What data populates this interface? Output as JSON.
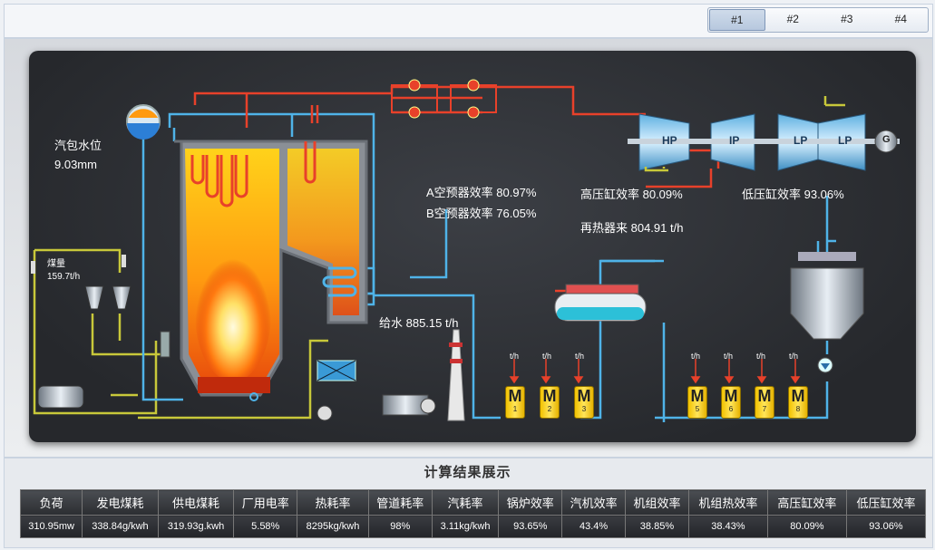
{
  "tabs": [
    "#1",
    "#2",
    "#3",
    "#4"
  ],
  "active_tab": 0,
  "drum": {
    "label": "汽包水位",
    "value": "9.03mm"
  },
  "coal": {
    "label": "煤量",
    "value": "159.7t/h"
  },
  "air_preheater": {
    "a": "A空预器效率 80.97%",
    "b": "B空预器效率 76.05%"
  },
  "feedwater": "给水 885.15 t/h",
  "hp_eff": "高压缸效率 80.09%",
  "lp_eff": "低压缸效率 93.06%",
  "reheat": "再热器来 804.91 t/h",
  "turbine": {
    "hp": "HP",
    "ip": "IP",
    "lp1": "LP",
    "lp2": "LP",
    "gen": "G"
  },
  "heater_unit": "t/h",
  "heaters_left": [
    "1",
    "2",
    "3"
  ],
  "heaters_right": [
    "5",
    "6",
    "7",
    "8"
  ],
  "results": {
    "title": "计算结果展示",
    "headers": [
      "负荷",
      "发电煤耗",
      "供电煤耗",
      "厂用电率",
      "热耗率",
      "管道耗率",
      "汽耗率",
      "锅炉效率",
      "汽机效率",
      "机组效率",
      "机组热效率",
      "高压缸效率",
      "低压缸效率"
    ],
    "values": [
      "310.95mw",
      "338.84g/kwh",
      "319.93g.kwh",
      "5.58%",
      "8295kg/kwh",
      "98%",
      "3.11kg/kwh",
      "93.65%",
      "43.4%",
      "38.85%",
      "38.43%",
      "80.09%",
      "93.06%"
    ]
  },
  "colors": {
    "steam": "#e8412a",
    "water": "#4fb3e8",
    "coal_line": "#c8c83a",
    "panel": "#2d2f33"
  }
}
